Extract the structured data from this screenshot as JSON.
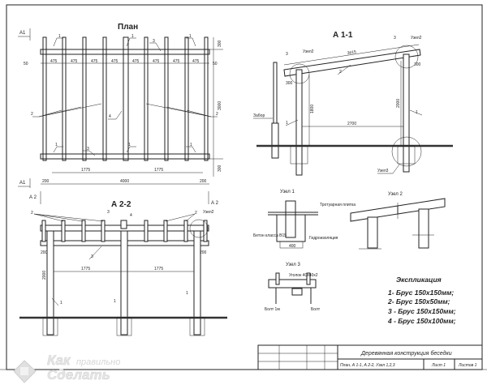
{
  "plan": {
    "title": "План",
    "section_mark": "А1",
    "spacing": [
      "50",
      "475",
      "475",
      "475",
      "475",
      "475",
      "475",
      "475",
      "475",
      "50"
    ],
    "dims_right": [
      "300",
      "3000",
      "300"
    ],
    "dims_bottom_spans": [
      "1775",
      "1775"
    ],
    "dims_bottom_total": [
      "200",
      "4000",
      "200"
    ],
    "callouts": [
      "1",
      "2",
      "3",
      "4"
    ]
  },
  "section_a11": {
    "title": "А 1-1",
    "rafter_length": "3615",
    "span": "2700",
    "height_left": "1800",
    "height_right": "2000",
    "overhang": "300",
    "fence_label": "Забор",
    "node2_label": "Узел2",
    "node3_label": "Узел3",
    "callouts": [
      "1",
      "2",
      "3"
    ]
  },
  "section_a22": {
    "title": "А 2-2",
    "section_mark": "А 2",
    "spans": [
      "1775",
      "1775"
    ],
    "height": "2000",
    "overhang": "200",
    "node_label": "Узел2",
    "callouts": [
      "1",
      "2",
      "3",
      "4"
    ]
  },
  "node1": {
    "title": "Узел 1",
    "label_tiles": "Тротуарная плитка",
    "label_concrete": "Бетон класса В15",
    "label_waterproof": "Гидроизоляция",
    "dim": "400"
  },
  "node2": {
    "title": "Узел 2"
  },
  "node3": {
    "title": "Узел 3",
    "label_corner": "Уголок 40х40х2",
    "label_bolt_left": "Болт 1м",
    "label_bolt_right": "Болт"
  },
  "explication": {
    "title": "Экспликация",
    "items": [
      "1- Брус 150х150мм;",
      "2- Брус 150х50мм;",
      "3 - Брус 150х150мм;",
      "4 - Брус 150х100мм;"
    ]
  },
  "title_block": {
    "name": "Деревянная конструкция беседки",
    "contents": "План, А 1-1, А 2-2, Узел 1,2,3",
    "sheet": "Лист 1",
    "sheets": "Листов 1"
  },
  "logo": {
    "line1": "Как",
    "line2": "правильно",
    "line3": "Сделать"
  }
}
